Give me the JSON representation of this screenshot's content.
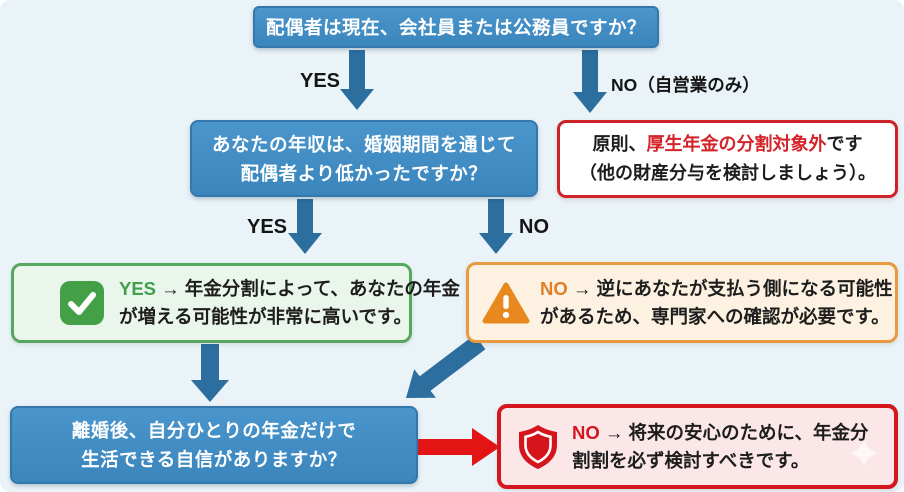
{
  "colors": {
    "background": "#eaf3f8",
    "blue_box": "#3e8ac3",
    "blue_arrow": "#2c6e9e",
    "red_accent": "#d5161d",
    "red_arrow": "#e51414",
    "green_accent": "#3fa14c",
    "green_bg": "#eaf5eb",
    "orange_accent": "#e07f28",
    "orange_bg": "#fdf2e1",
    "pink_bg": "#fbe6e8"
  },
  "flow": {
    "q1": "配偶者は現在、会社員または公務員ですか？",
    "q1_yes": "YES",
    "q1_no": "NO（自営業のみ）",
    "q2_line1": "あなたの年収は、婚姻期間を通じて",
    "q2_line2": "配偶者より低かったですか？",
    "ineligible": {
      "prefix": "原則、",
      "highlight": "厚生年金の分割対象外",
      "suffix": "です",
      "line2": "（他の財産分与を検討しましょう）。"
    },
    "q2_yes": "YES",
    "q2_no": "NO",
    "yes_result": {
      "icon": "check-icon",
      "label": "YES",
      "rest": " → 年金分割によって、あなたの年金",
      "line2": "が増える可能性が非常に高いです。"
    },
    "no_result": {
      "icon": "warning-icon",
      "label": "NO",
      "rest": " → 逆にあなたが支払う側になる可能性",
      "line2": "があるため、専門家への確認が必要です。"
    },
    "q3_line1": "離婚後、自分ひとりの年金だけで",
    "q3_line2": "生活できる自信がありますか？",
    "final_result": {
      "icon": "shield-icon",
      "label": "NO",
      "rest": " → 将来の安心のために、年金分",
      "line2": "割割を必ず検討すべきです。"
    }
  }
}
